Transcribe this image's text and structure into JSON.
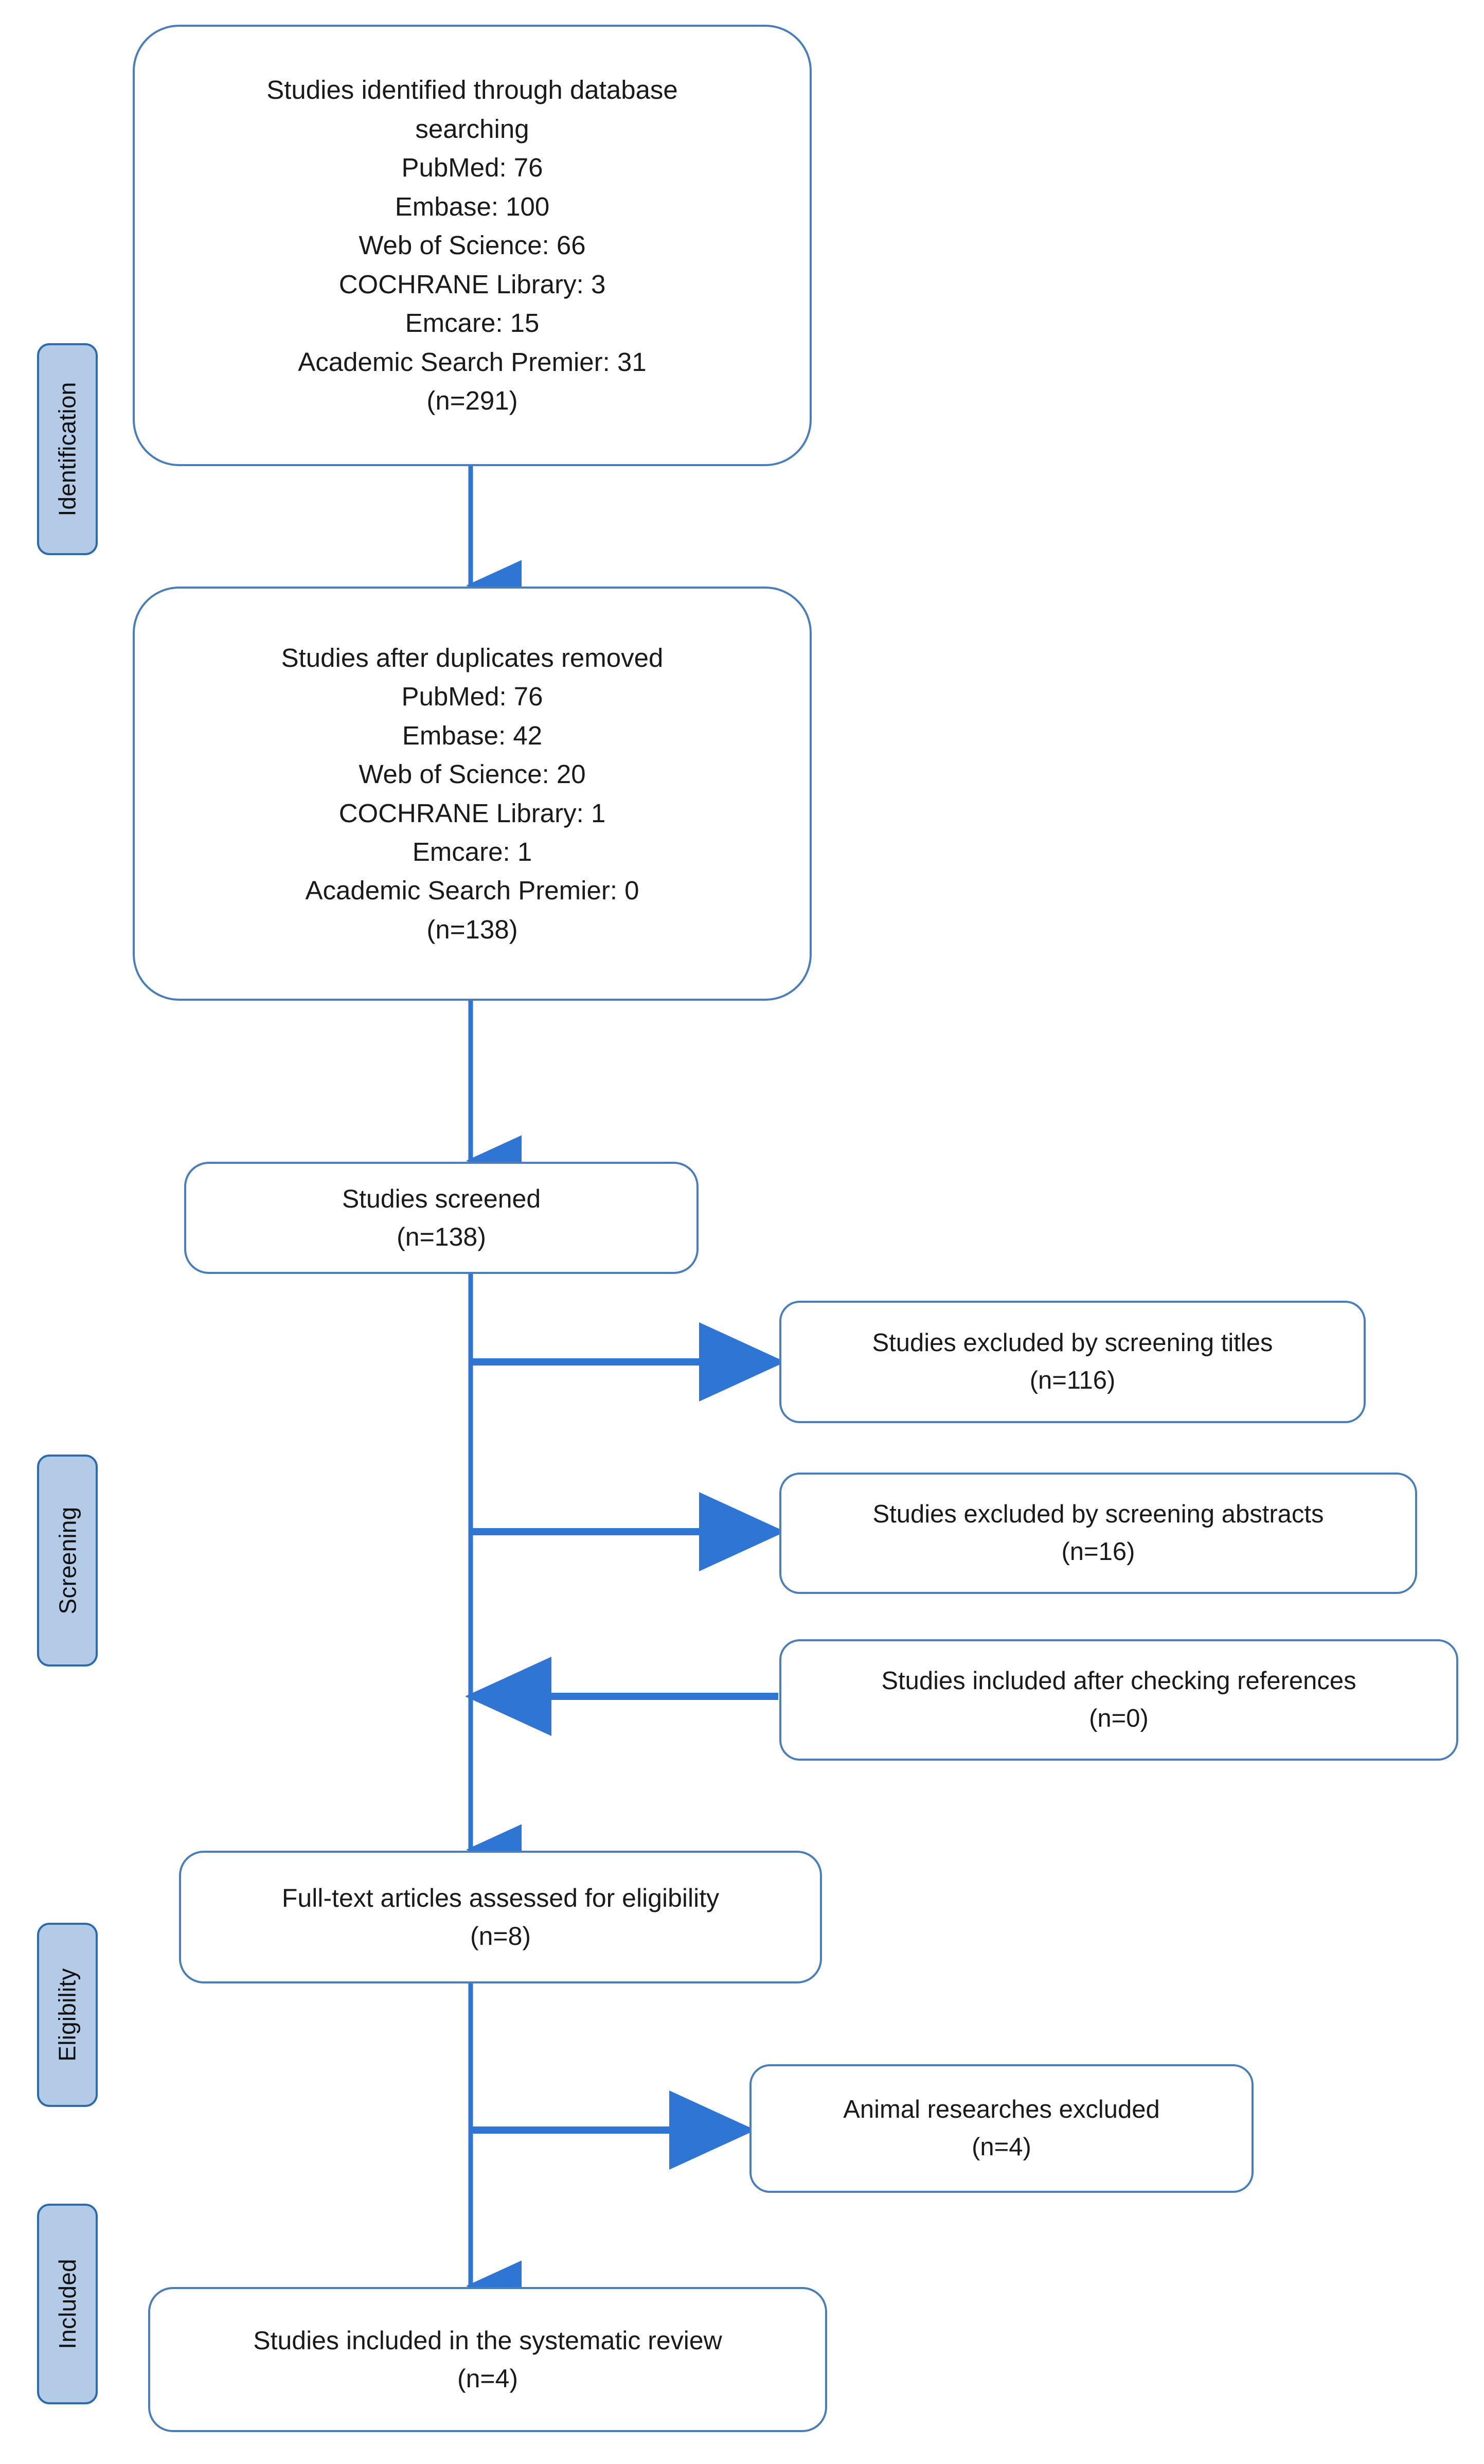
{
  "diagram": {
    "title": "PRISMA flow diagram",
    "type": "prisma-flow-diagram",
    "accent_color": "#4a7ebb",
    "label_fill_color": "#b4cbe8",
    "label_border_color": "#2e6bab",
    "text_color": "#1a1a1a",
    "background_color": "#ffffff"
  },
  "stages": [
    {
      "id": "identification",
      "label": "Identification"
    },
    {
      "id": "screening",
      "label": "Screening"
    },
    {
      "id": "eligibility",
      "label": "Eligibility"
    },
    {
      "id": "included",
      "label": "Included"
    }
  ],
  "boxes": {
    "identified": {
      "heading": "Studies identified through database searching",
      "sources": [
        {
          "name": "PubMed",
          "count": 76
        },
        {
          "name": "Embase",
          "count": 100
        },
        {
          "name": "Web of Science",
          "count": 66
        },
        {
          "name": "COCHRANE Library",
          "count": 3
        },
        {
          "name": "Emcare",
          "count": 15
        },
        {
          "name": "Academic Search Premier",
          "count": 31
        }
      ],
      "total": "(n=291)",
      "text": "Studies identified through database\nsearching\nPubMed:  76\nEmbase: 100\nWeb of Science: 66\nCOCHRANE Library: 3\nEmcare: 15\nAcademic Search Premier: 31\n(n=291)"
    },
    "after_duplicates": {
      "heading": "Studies after duplicates removed",
      "sources": [
        {
          "name": "PubMed",
          "count": 76
        },
        {
          "name": "Embase",
          "count": 42
        },
        {
          "name": "Web of Science",
          "count": 20
        },
        {
          "name": "COCHRANE Library",
          "count": 1
        },
        {
          "name": "Emcare",
          "count": 1
        },
        {
          "name": "Academic Search Premier",
          "count": 0
        }
      ],
      "total": "(n=138)",
      "text": "Studies after duplicates removed\nPubMed: 76\nEmbase: 42\nWeb of Science: 20\nCOCHRANE Library: 1\nEmcare: 1\nAcademic Search Premier: 0\n(n=138)"
    },
    "screened": {
      "heading": "Studies screened",
      "total": "(n=138)",
      "text": "Studies screened\n(n=138)"
    },
    "excluded_titles": {
      "heading": "Studies excluded by screening titles",
      "total": "(n=116)",
      "text": "Studies excluded by screening titles\n(n=116)"
    },
    "excluded_abstracts": {
      "heading": "Studies excluded by screening abstracts",
      "total": "(n=16)",
      "text": "Studies excluded by screening abstracts\n(n=16)"
    },
    "included_references": {
      "heading": "Studies included after checking references",
      "total": "(n=0)",
      "text": "Studies included after checking references\n(n=0)"
    },
    "full_text": {
      "heading": "Full-text articles assessed for eligibility",
      "total": "(n=8)",
      "text": "Full-text articles assessed for eligibility\n(n=8)"
    },
    "animal_excluded": {
      "heading": "Animal researches excluded",
      "total": "(n=4)",
      "text": "Animal researches excluded\n(n=4)"
    },
    "final_included": {
      "heading": "Studies included in the systematic review",
      "total": "(n=4)",
      "text": "Studies included in the systematic review\n(n=4)"
    }
  },
  "flow": {
    "edges": [
      {
        "from": "identified",
        "to": "after_duplicates",
        "direction": "down"
      },
      {
        "from": "after_duplicates",
        "to": "screened",
        "direction": "down"
      },
      {
        "from": "screened",
        "to": "excluded_titles",
        "direction": "right"
      },
      {
        "from": "screened",
        "to": "excluded_abstracts",
        "direction": "right"
      },
      {
        "from": "included_references",
        "to": "screened",
        "direction": "left"
      },
      {
        "from": "screened",
        "to": "full_text",
        "direction": "down"
      },
      {
        "from": "full_text",
        "to": "animal_excluded",
        "direction": "right"
      },
      {
        "from": "full_text",
        "to": "final_included",
        "direction": "down"
      }
    ]
  }
}
